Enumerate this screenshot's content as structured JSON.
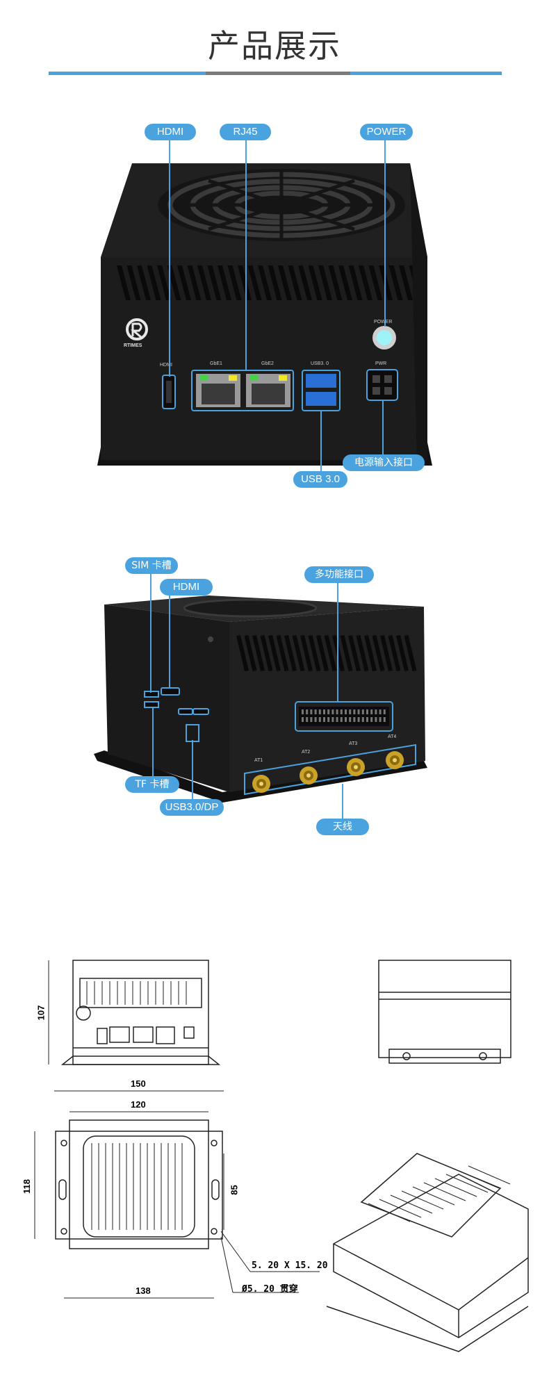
{
  "page": {
    "title": "产品展示"
  },
  "colors": {
    "accent": "#4aa3df",
    "divider_mid": "#7a7a7a",
    "device_body": "#1c1c1c",
    "antenna_gold": "#c9a227"
  },
  "front_view": {
    "callouts": {
      "hdmi": "HDMI",
      "rj45": "RJ45",
      "power": "POWER",
      "usb": "USB 3.0",
      "power_input": "电源输入接口"
    },
    "panel": {
      "brand": "RTIMES",
      "hdmi": "HDMI",
      "gbe1": "GbE1",
      "gbe2": "GbE2",
      "usb": "USB3. 0",
      "pwr": "PWR",
      "power": "POWER"
    }
  },
  "side_view": {
    "callouts": {
      "sim": "SIM 卡槽",
      "hdmi": "HDMI",
      "multi": "多功能接口",
      "tf": "TF 卡槽",
      "usbdp": "USB3.0/DP",
      "antenna": "天线"
    },
    "antennas": [
      "AT1",
      "AT2",
      "AT3",
      "AT4"
    ]
  },
  "drawings": {
    "height": "107",
    "width_outer": "150",
    "width_inner": "120",
    "depth": "118",
    "hole_spacing": "85",
    "bottom_width": "138",
    "slot": "5. 20 X 15. 20",
    "hole": "Ø5. 20 贯穿"
  }
}
